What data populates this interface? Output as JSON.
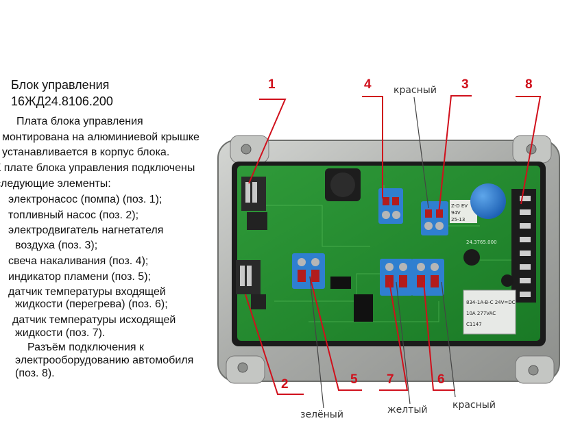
{
  "title": {
    "line1": "Блок управления",
    "line2": "16ЖД24.8106.200"
  },
  "description": [
    "Плата блока управления",
    "монтирована на алюминиевой крышке",
    "устанавливается в корпус блока.",
    "К плате блока управления подключены",
    "следующие элементы:",
    "электронасос (помпа) (поз. 1);",
    "топливный насос (поз. 2);",
    "электродвигатель нагнетателя",
    "воздуха (поз. 3);",
    "свеча накаливания (поз. 4);",
    "индикатор пламени (поз. 5);",
    "датчик температуры входящей",
    "жидкости (перегрева) (поз. 6);",
    "датчик температуры исходящей",
    "жидкости (поз. 7).",
    "Разъём подключения к",
    "электрооборудованию автомобиля",
    "(поз. 8)."
  ],
  "callouts": [
    "1",
    "2",
    "3",
    "4",
    "5",
    "6",
    "7",
    "8"
  ],
  "wire_labels": {
    "red_top": "красный",
    "green": "зелёный",
    "yellow": "желтый",
    "red_bottom": "красный"
  },
  "board_markings": {
    "relay_model": "834-1A-B-C 24V=DC",
    "relay_rating": "10A 277VAC",
    "relay_code": "C1147",
    "part_code": "24.3765.000",
    "zd_label": "Z-D EV",
    "v_rating": "94V",
    "cap_code": "25-13"
  },
  "colors": {
    "callout": "#d0101c",
    "pcb": "#1f8a2c",
    "housing": "#b7b9b6",
    "terminal": "#2f7fd0"
  }
}
